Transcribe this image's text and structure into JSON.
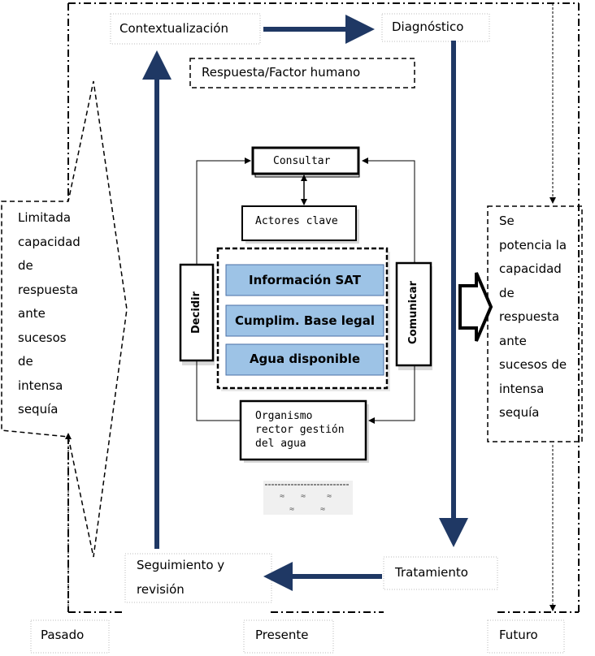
{
  "labels": {
    "contextualizacion": "Contextualización",
    "diagnostico": "Diagnóstico",
    "respuesta": "Respuesta/Factor humano",
    "consultar": "Consultar",
    "actores": "Actores clave",
    "informacion": "Información SAT",
    "cumplim": "Cumplim. Base legal",
    "agua": "Agua disponible",
    "decidir": "Decidir",
    "comunicar": "Comunicar",
    "organismo_1": "Organismo",
    "organismo_2": "rector  gestión",
    "organismo_3": "del agua",
    "seguimiento_1": "Seguimiento y",
    "seguimiento_2": "revisión",
    "tratamiento": "Tratamiento",
    "pasado": "Pasado",
    "presente": "Presente",
    "futuro": "Futuro"
  },
  "left_box": {
    "lines": [
      "Limitada",
      "capacidad",
      "de",
      "respuesta",
      "ante",
      "sucesos",
      "de",
      "intensa",
      "sequía"
    ]
  },
  "right_box": {
    "lines": [
      "Se",
      "potencia la",
      "capacidad",
      "de",
      "respuesta",
      "ante",
      "sucesos de",
      "intensa",
      "sequía"
    ]
  },
  "colors": {
    "dark_blue": "#1f3864",
    "box_fill": "#9dc3e6",
    "box_border": "#4a6fa5"
  }
}
